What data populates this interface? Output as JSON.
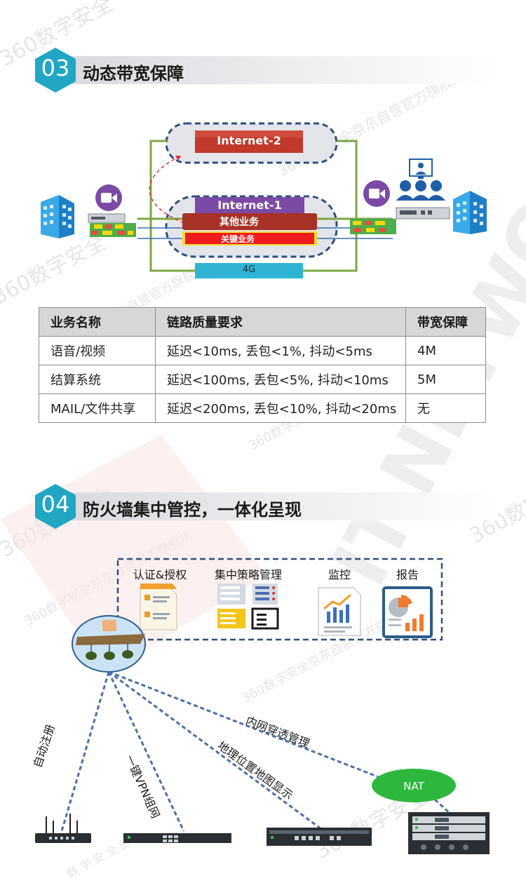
{
  "watermarks": [
    "360数字安全",
    "360数字安全京东自营官方旗舰店",
    "数 字 安 全 的",
    "IT-NETWORK"
  ],
  "colors": {
    "accent": "#21a6c4",
    "internet2": "#c0392b",
    "internet1": "#7b4aa5",
    "link4g": "#2fb4d4",
    "green_link": "#7da644",
    "dashed_blue": "#3b5a8c",
    "nat": "#2db83d"
  },
  "section3": {
    "number": "03",
    "title": "动态带宽保障",
    "diagram": {
      "internet2": "Internet-2",
      "internet1": "Internet-1",
      "other_services": "其他业务",
      "key_services": "关键业务",
      "link_4g": "4G",
      "icons": [
        "building-icon",
        "video-camera-icon",
        "router-icon",
        "users-icon",
        "monitor-user-icon"
      ]
    },
    "table": {
      "headers": [
        "业务名称",
        "链路质量要求",
        "带宽保障"
      ],
      "rows": [
        [
          "语音/视频",
          "延迟<10ms, 丢包<1%, 抖动<5ms",
          "4M"
        ],
        [
          "结算系统",
          "延迟<100ms, 丢包<5%, 抖动<10ms",
          "5M"
        ],
        [
          "MAIL/文件共享",
          "延迟<200ms, 丢包<10%, 抖动<20ms",
          "无"
        ]
      ]
    }
  },
  "section4": {
    "number": "04",
    "title": "防火墙集中管控，一体化呈现",
    "features": [
      "认证&授权",
      "集中策略管理",
      "监控",
      "报告"
    ],
    "links": [
      "自动注册",
      "一键VPN组网",
      "地理位置地图显示",
      "内网穿透管理"
    ],
    "nat": "NAT",
    "icons": [
      "auth-doc-icon",
      "policy-list-icon",
      "monitor-chart-icon",
      "report-chart-icon",
      "management-hub-icon"
    ]
  }
}
